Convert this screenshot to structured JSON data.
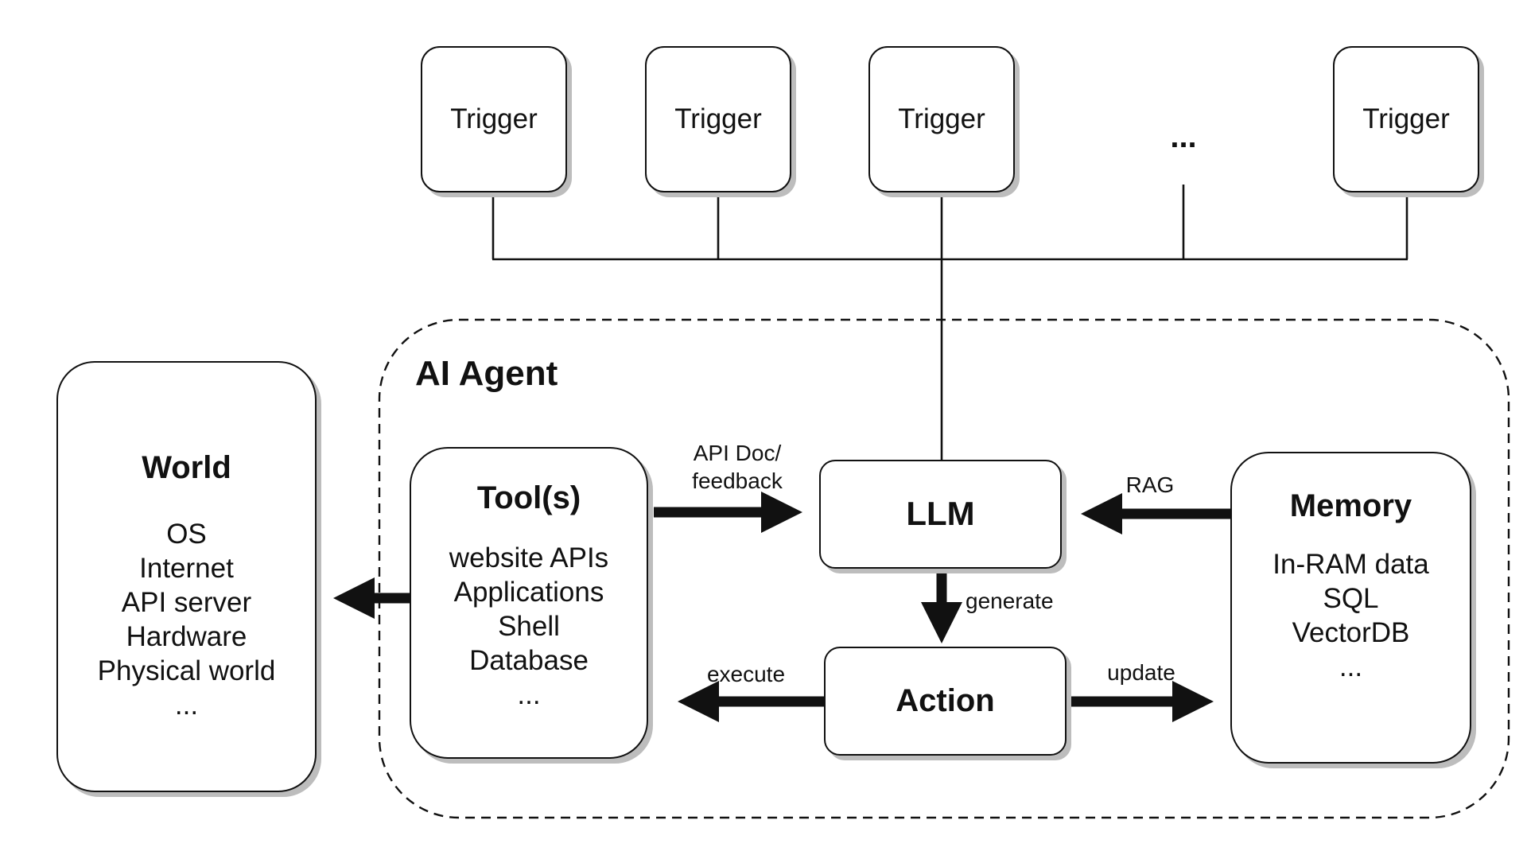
{
  "triggers": [
    "Trigger",
    "Trigger",
    "Trigger",
    "Trigger"
  ],
  "triggers_more": "...",
  "agent": {
    "title": "AI Agent"
  },
  "world": {
    "title": "World",
    "items": [
      "OS",
      "Internet",
      "API server",
      "Hardware",
      "Physical world",
      "..."
    ]
  },
  "tools": {
    "title": "Tool(s)",
    "items": [
      "website APIs",
      "Applications",
      "Shell",
      "Database",
      "..."
    ]
  },
  "llm": {
    "title": "LLM"
  },
  "action": {
    "title": "Action"
  },
  "memory": {
    "title": "Memory",
    "items": [
      "In-RAM data",
      "SQL",
      "VectorDB",
      "..."
    ]
  },
  "edges": {
    "api_doc_line1": "API Doc/",
    "api_doc_line2": "feedback",
    "rag": "RAG",
    "generate": "generate",
    "execute": "execute",
    "update": "update"
  },
  "colors": {
    "stroke": "#111111",
    "shadow": "#bdbdbd",
    "background": "#ffffff"
  }
}
